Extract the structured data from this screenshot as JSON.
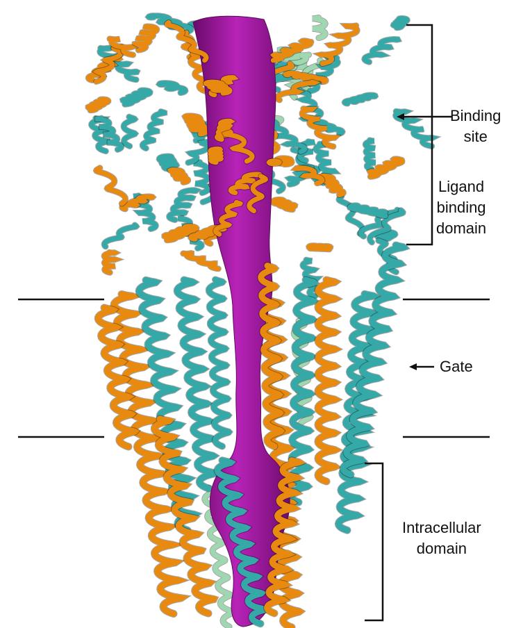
{
  "labels": {
    "binding_site": [
      "Binding",
      "site"
    ],
    "ligand_binding_domain": [
      "Ligand",
      "binding",
      "domain"
    ],
    "gate": "Gate",
    "intracellular_domain": [
      "Intracellular",
      "domain"
    ]
  },
  "colors": {
    "pore_surface": "#9b189b",
    "subunit_a_helix": "#e98a10",
    "subunit_b_helix": "#35a8a8",
    "minor_subunit": "#9fd8b0",
    "annotation_lines": "#111111"
  }
}
